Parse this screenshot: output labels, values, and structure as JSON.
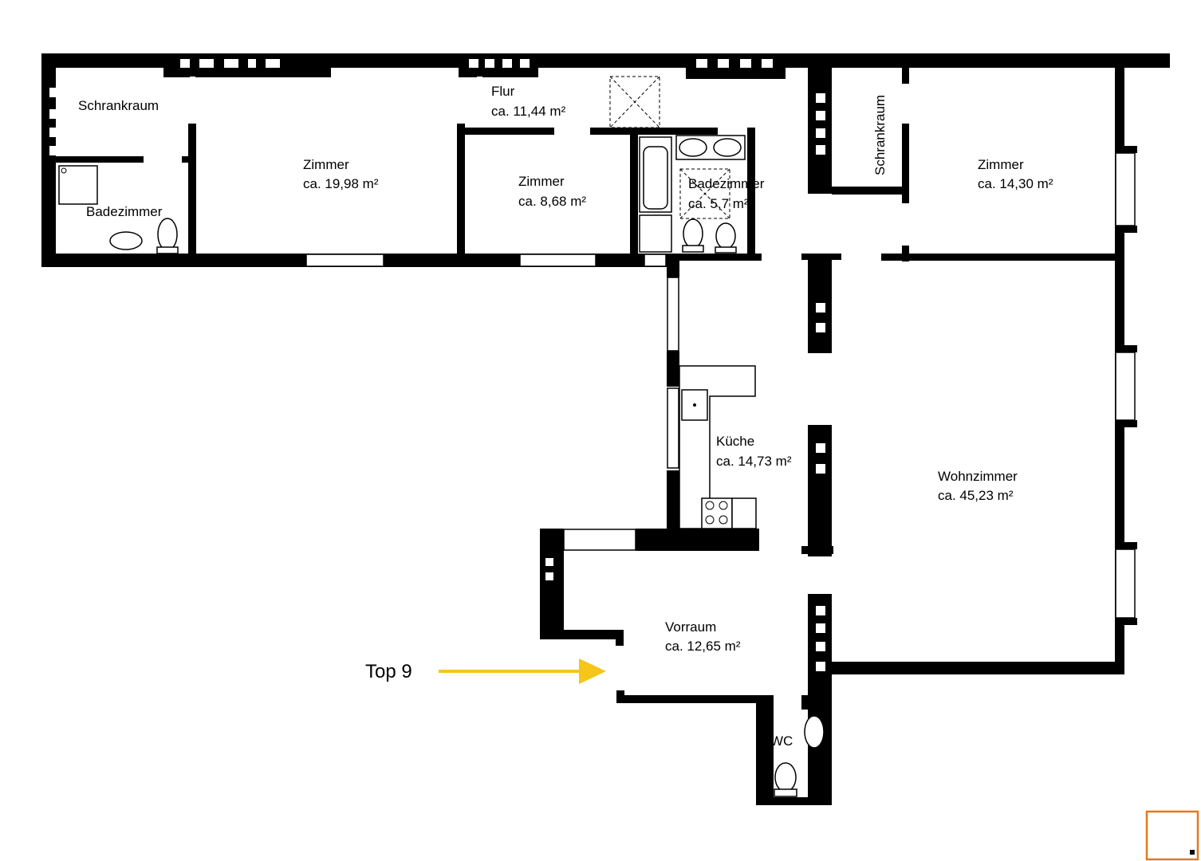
{
  "rooms": {
    "schrankraum_left": "Schrankraum",
    "badezimmer_left": "Badezimmer",
    "zimmer1_name": "Zimmer",
    "zimmer1_area": "ca. 19,98 m²",
    "flur_name": "Flur",
    "flur_area": "ca. 11,44 m²",
    "zimmer2_name": "Zimmer",
    "zimmer2_area": "ca. 8,68 m²",
    "bad2_name": "Badezimmer",
    "bad2_area": "ca. 5,7 m²",
    "schrankraum_right": "Schrankraum",
    "zimmer3_name": "Zimmer",
    "zimmer3_area": "ca. 14,30 m²",
    "kueche_name": "Küche",
    "kueche_area": "ca. 14,73 m²",
    "wohnzimmer_name": "Wohnzimmer",
    "wohnzimmer_area": "ca. 45,23 m²",
    "vorraum_name": "Vorraum",
    "vorraum_area": "ca. 12,65 m²",
    "wc_name": "WC"
  },
  "entrance": {
    "label": "Top 9",
    "arrow_color": "#f5c518"
  },
  "colors": {
    "wall": "#000000",
    "logo": "#e07a1f"
  }
}
